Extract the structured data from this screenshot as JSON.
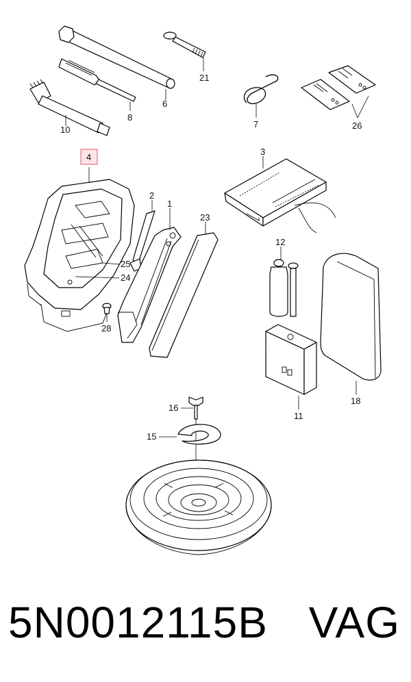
{
  "diagram": {
    "callouts": [
      {
        "id": "c21",
        "text": "21"
      },
      {
        "id": "c6",
        "text": "6"
      },
      {
        "id": "c8",
        "text": "8"
      },
      {
        "id": "c10",
        "text": "10"
      },
      {
        "id": "c7",
        "text": "7"
      },
      {
        "id": "c26",
        "text": "26"
      },
      {
        "id": "c4",
        "text": "4"
      },
      {
        "id": "c3",
        "text": "3"
      },
      {
        "id": "c2",
        "text": "2"
      },
      {
        "id": "c1",
        "text": "1"
      },
      {
        "id": "c23",
        "text": "23"
      },
      {
        "id": "c25",
        "text": "25"
      },
      {
        "id": "c24",
        "text": "24"
      },
      {
        "id": "c28",
        "text": "28"
      },
      {
        "id": "c12",
        "text": "12"
      },
      {
        "id": "c11",
        "text": "11"
      },
      {
        "id": "c18",
        "text": "18"
      },
      {
        "id": "c16",
        "text": "16"
      },
      {
        "id": "c15",
        "text": "15"
      }
    ],
    "highlight_color": "#e05a6a"
  },
  "footer": {
    "part_number": "5N0012115B",
    "brand": "VAG"
  }
}
